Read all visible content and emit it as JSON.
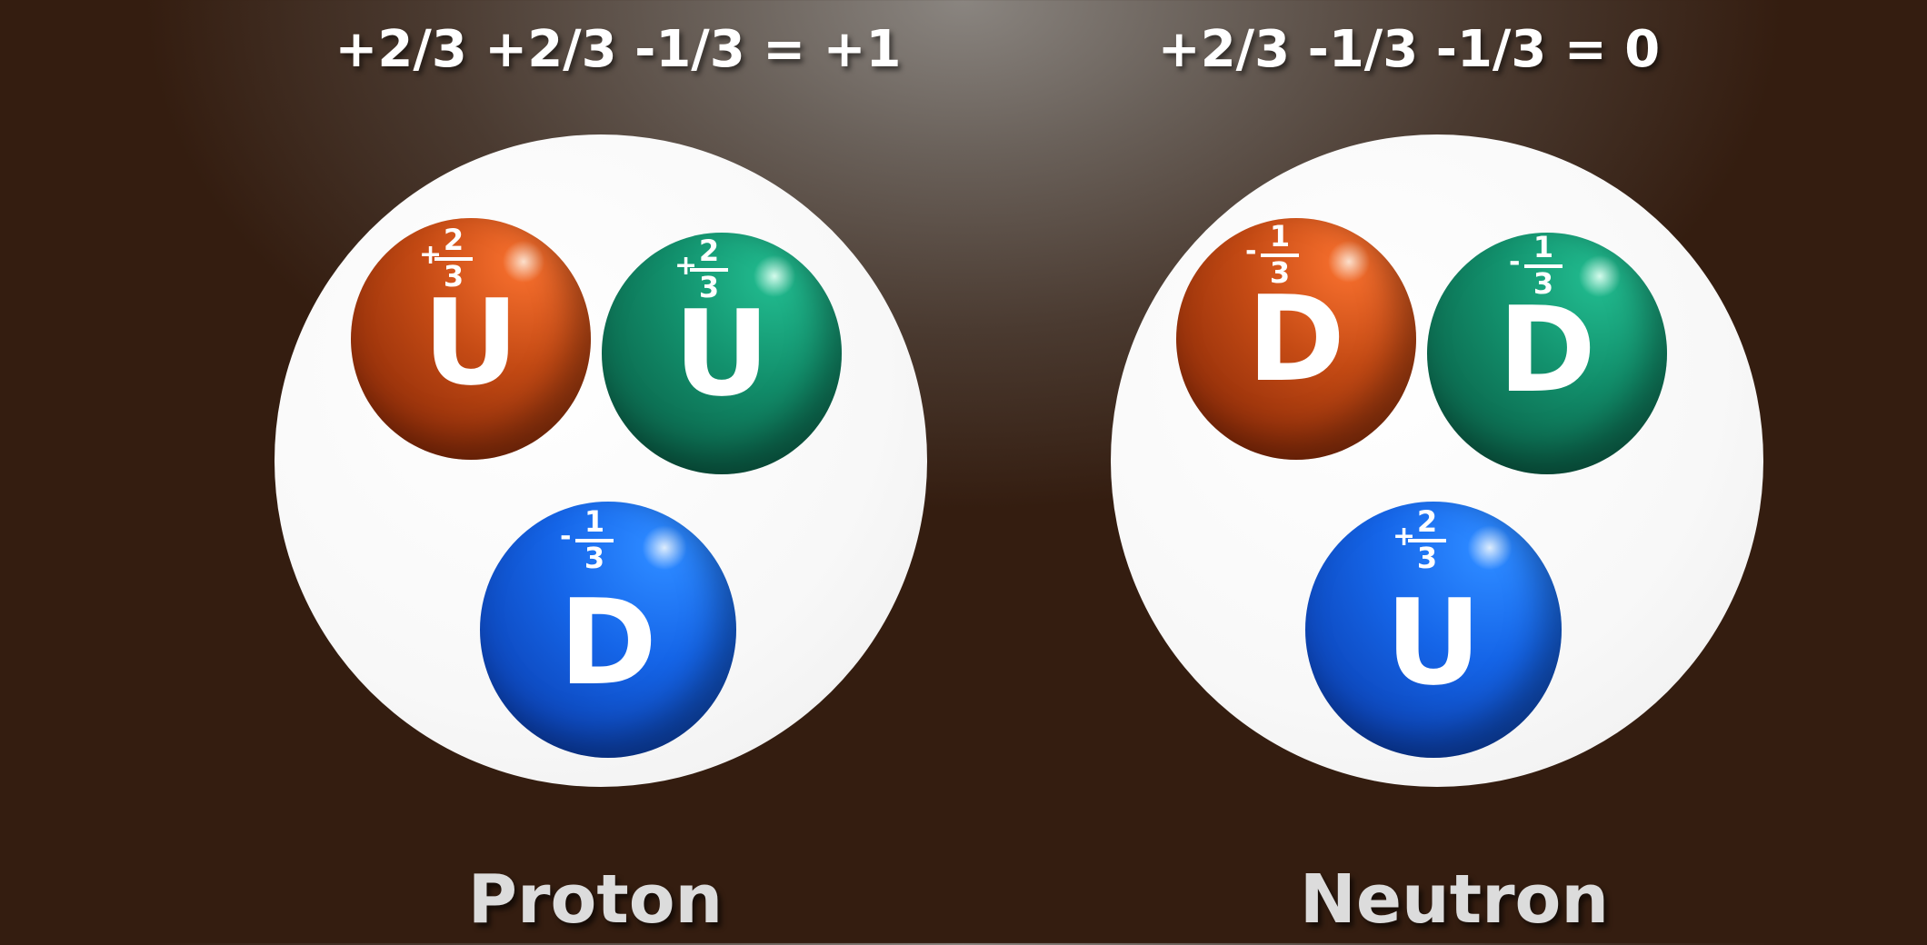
{
  "equations": {
    "proton": "+2/3 +2/3 -1/3 = +1",
    "neutron": "+2/3 -1/3 -1/3 = 0"
  },
  "labels": {
    "proton": "Proton",
    "neutron": "Neutron"
  },
  "proton": {
    "quarks": [
      {
        "flavor": "U",
        "color": "#c44a14",
        "sign": "+",
        "numerator": "2",
        "denominator": "3"
      },
      {
        "flavor": "U",
        "color": "#12906c",
        "sign": "+",
        "numerator": "2",
        "denominator": "3"
      },
      {
        "flavor": "D",
        "color": "#1565e8",
        "sign": "-",
        "numerator": "1",
        "denominator": "3"
      }
    ]
  },
  "neutron": {
    "quarks": [
      {
        "flavor": "D",
        "color": "#c44a14",
        "sign": "-",
        "numerator": "1",
        "denominator": "3"
      },
      {
        "flavor": "D",
        "color": "#12906c",
        "sign": "-",
        "numerator": "1",
        "denominator": "3"
      },
      {
        "flavor": "U",
        "color": "#1565e8",
        "sign": "+",
        "numerator": "2",
        "denominator": "3"
      }
    ]
  }
}
